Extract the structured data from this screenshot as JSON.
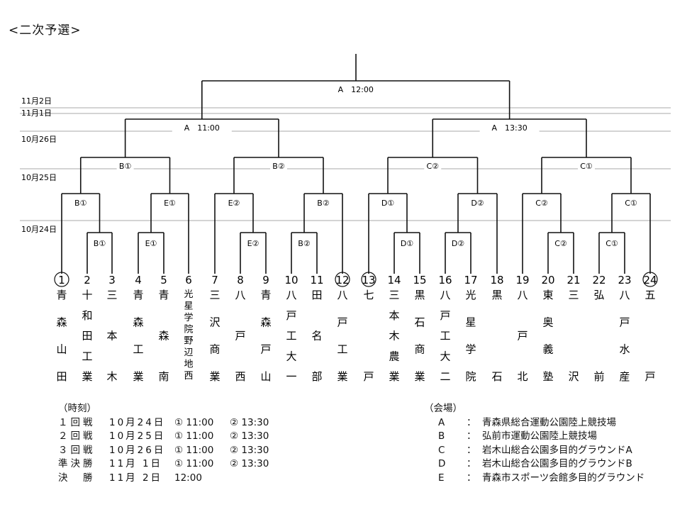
{
  "title": "<二次予選>",
  "dates": [
    "11月2日",
    "11月1日",
    "10月26日",
    "10月25日",
    "10月24日"
  ],
  "final_label": "A　12:00",
  "semi_labels": [
    "A　11:00",
    "A　13:30"
  ],
  "qf_labels": [
    "B①",
    "B②",
    "C②",
    "C①"
  ],
  "r2_labels": [
    "B①",
    "E①",
    "E②",
    "B②",
    "D①",
    "D②",
    "C②",
    "C①"
  ],
  "r1_labels": [
    "B①",
    "E①",
    "E②",
    "B②",
    "D①",
    "D②",
    "C②",
    "C①"
  ],
  "teams": [
    {
      "num": "1",
      "name": "青森山田",
      "circled": true
    },
    {
      "num": "2",
      "name": "十和田工業",
      "circled": false
    },
    {
      "num": "3",
      "name": "三本木",
      "circled": false
    },
    {
      "num": "4",
      "name": "青森工業",
      "circled": false
    },
    {
      "num": "5",
      "name": "青森南",
      "circled": false
    },
    {
      "num": "6",
      "name": "光星学院野辺地西",
      "circled": false
    },
    {
      "num": "7",
      "name": "三沢商業",
      "circled": false
    },
    {
      "num": "8",
      "name": "八戸西",
      "circled": false
    },
    {
      "num": "9",
      "name": "青森戸山",
      "circled": false
    },
    {
      "num": "10",
      "name": "八戸工大一",
      "circled": false
    },
    {
      "num": "11",
      "name": "田名部",
      "circled": false
    },
    {
      "num": "12",
      "name": "八戸工業",
      "circled": true
    },
    {
      "num": "13",
      "name": "七戸",
      "circled": true
    },
    {
      "num": "14",
      "name": "三本木農業",
      "circled": false
    },
    {
      "num": "15",
      "name": "黒石商業",
      "circled": false
    },
    {
      "num": "16",
      "name": "八戸工大二",
      "circled": false
    },
    {
      "num": "17",
      "name": "光星学院",
      "circled": false
    },
    {
      "num": "18",
      "name": "黒石",
      "circled": false
    },
    {
      "num": "19",
      "name": "八戸北",
      "circled": false
    },
    {
      "num": "20",
      "name": "東奥義塾",
      "circled": false
    },
    {
      "num": "21",
      "name": "三沢",
      "circled": false
    },
    {
      "num": "22",
      "name": "弘前",
      "circled": false
    },
    {
      "num": "23",
      "name": "八戸水産",
      "circled": false
    },
    {
      "num": "24",
      "name": "五戸",
      "circled": true
    }
  ],
  "schedule": {
    "header": "（時刻）",
    "rows": [
      {
        "round": "１回戦",
        "date": "10月24日",
        "t1": "① 11:00",
        "t2": "② 13:30"
      },
      {
        "round": "２回戦",
        "date": "10月25日",
        "t1": "① 11:00",
        "t2": "② 13:30"
      },
      {
        "round": "３回戦",
        "date": "10月26日",
        "t1": "① 11:00",
        "t2": "② 13:30"
      },
      {
        "round": "準決勝",
        "date": "11月 1日",
        "t1": "① 11:00",
        "t2": "② 13:30"
      },
      {
        "round": "決　勝",
        "date": "11月 2日",
        "t1": "12:00",
        "t2": ""
      }
    ]
  },
  "venues": {
    "header": "（会場）",
    "rows": [
      {
        "key": "A",
        "name": "青森県総合運動公園陸上競技場"
      },
      {
        "key": "B",
        "name": "弘前市運動公園陸上競技場"
      },
      {
        "key": "C",
        "name": "岩木山総合公園多目的グラウンドA"
      },
      {
        "key": "D",
        "name": "岩木山総合公園多目的グラウンドB"
      },
      {
        "key": "E",
        "name": "青森市スポーツ会館多目的グラウンド"
      }
    ]
  }
}
